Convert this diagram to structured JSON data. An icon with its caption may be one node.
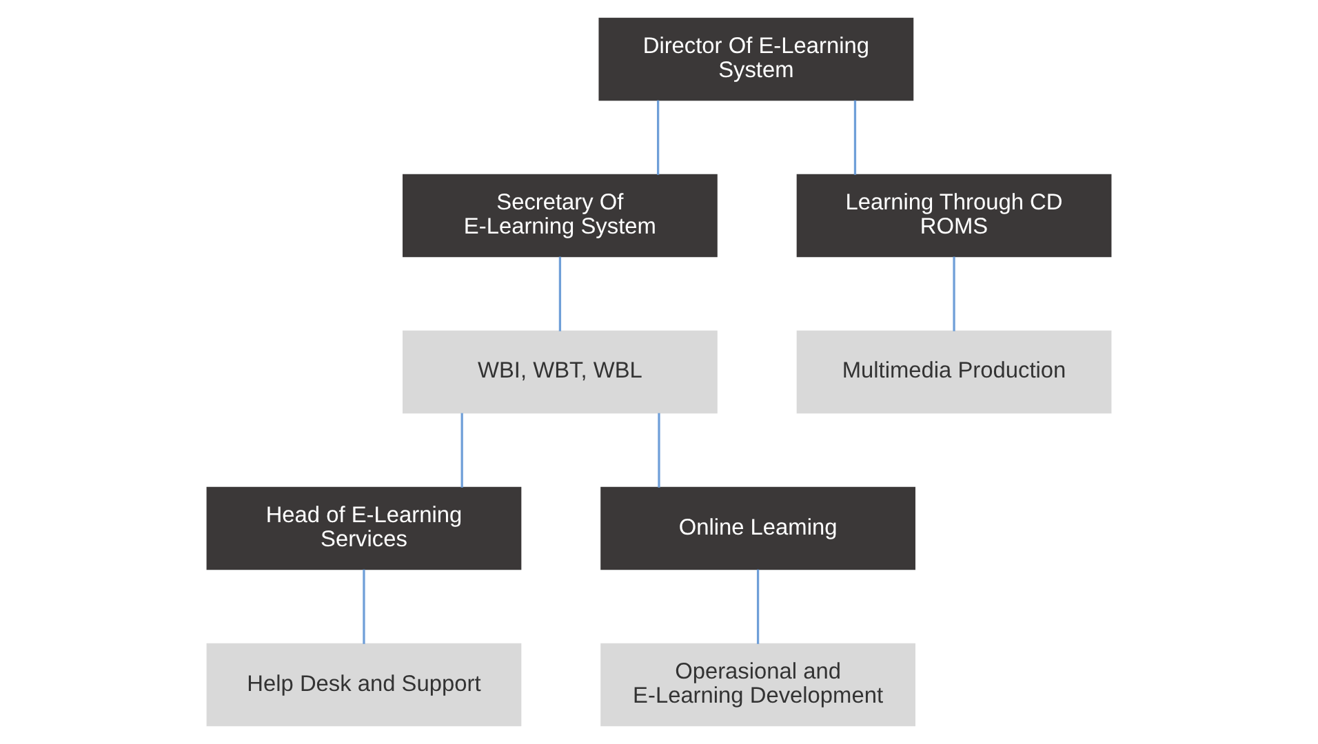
{
  "diagram": {
    "nodes": [
      {
        "text": [
          "Director Of E-Learning System"
        ]
      },
      {
        "text": [
          "Secretary Of E-Learning System"
        ]
      },
      {
        "text": [
          "WBI, WBT, WBL"
        ]
      },
      {
        "text": [
          "Head of E-Learning Services"
        ]
      },
      {
        "text": [
          "Learning Through CD ROMS"
        ]
      },
      {
        "text": [
          "Online Leaming"
        ]
      },
      {
        "text": [
          "Help Desk and Support"
        ]
      },
      {
        "text": [
          "Multimedia Production"
        ]
      },
      {
        "text": [
          "Operasional and E-Learning Development"
        ]
      }
    ],
    "edges": [
      {
        "from": 0,
        "to": 1,
        "arrow": "none"
      },
      {
        "from": 0,
        "to": 4,
        "arrow": "none"
      },
      {
        "from": 1,
        "to": 2,
        "arrow": "none"
      },
      {
        "from": 2,
        "to": 3,
        "arrow": "none"
      },
      {
        "from": 2,
        "to": 5,
        "arrow": "none"
      },
      {
        "from": 3,
        "to": 6,
        "arrow": "none"
      },
      {
        "from": 4,
        "to": 7,
        "arrow": "none"
      },
      {
        "from": 5,
        "to": 8,
        "arrow": "none"
      }
    ]
  }
}
